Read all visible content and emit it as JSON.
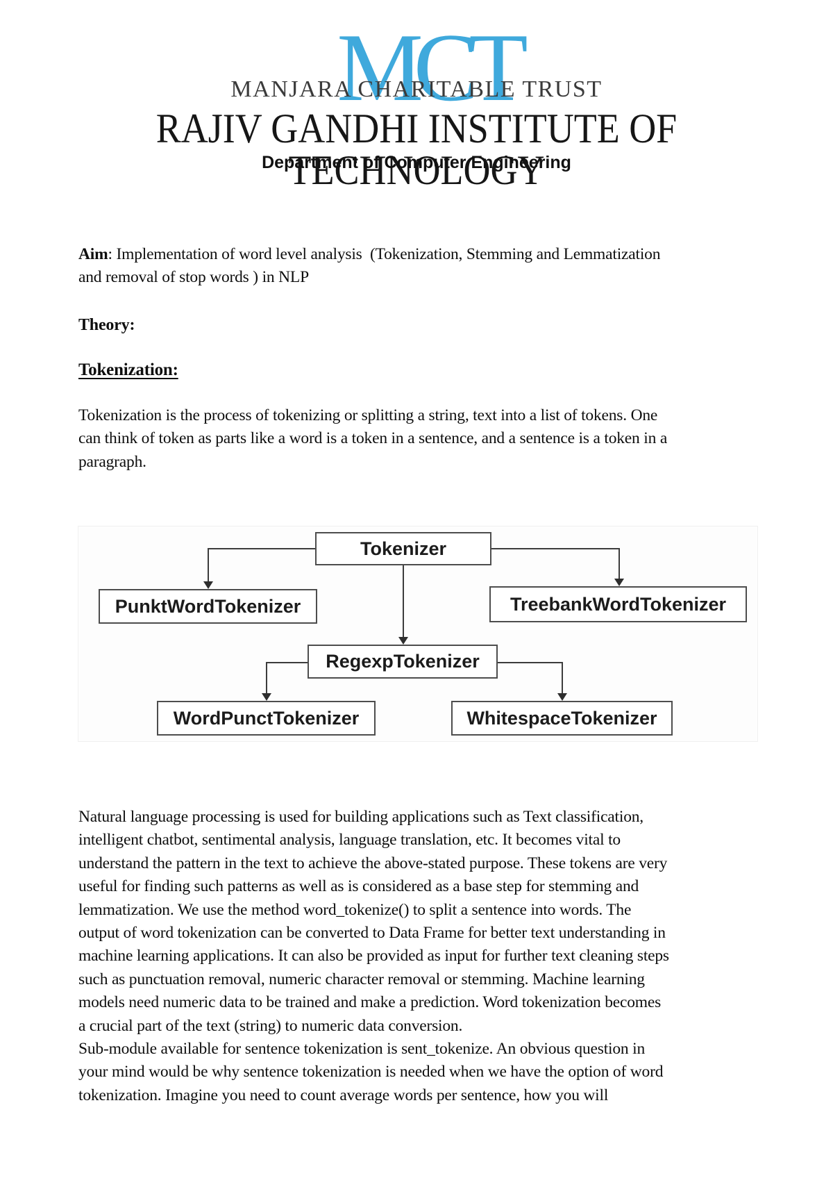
{
  "header": {
    "trust_logo": "MCT",
    "trust_name": "MANJARA CHARITABLE TRUST",
    "institute": "RAJIV GANDHI INSTITUTE OF TECHNOLOGY",
    "department": "Department of Computer Engineering",
    "logo_color": "#3fa9dc"
  },
  "aim": {
    "label": "Aim",
    "text": ": Implementation of word level analysis  (Tokenization, Stemming and Lemmatization\nand removal of stop words ) in NLP"
  },
  "theory": {
    "label": "Theory:"
  },
  "tokenization": {
    "heading": "Tokenization:",
    "intro": "Tokenization is the process of tokenizing or splitting a string, text into a list of tokens. One\ncan think of token as parts like a word is a token in a sentence, and a sentence is a token in a\nparagraph."
  },
  "diagram": {
    "tokenizer": "Tokenizer",
    "punkt": "PunktWordTokenizer",
    "treebank": "TreebankWordTokenizer",
    "regexp": "RegexpTokenizer",
    "wordpunct": "WordPunctTokenizer",
    "whitespace": "WhitespaceTokenizer"
  },
  "body_text": {
    "main": "Natural language processing is used for building applications such as Text classification,\nintelligent chatbot, sentimental analysis, language translation, etc. It becomes vital to\nunderstand the pattern in the text to achieve the above-stated purpose. These tokens are very\nuseful for finding such patterns as well as is considered as a base step for stemming and\nlemmatization. We use the method word_tokenize() to split a sentence into words. The\noutput of word tokenization can be converted to Data Frame for better text understanding in\nmachine learning applications. It can also be provided as input for further text cleaning steps\nsuch as punctuation removal, numeric character removal or stemming. Machine learning\nmodels need numeric data to be trained and make a prediction. Word tokenization becomes\na crucial part of the text (string) to numeric data conversion.\nSub-module available for sentence tokenization is sent_tokenize. An obvious question in\nyour mind would be why sentence tokenization is needed when we have the option of word\ntokenization. Imagine you need to count average words per sentence, how you will"
  }
}
